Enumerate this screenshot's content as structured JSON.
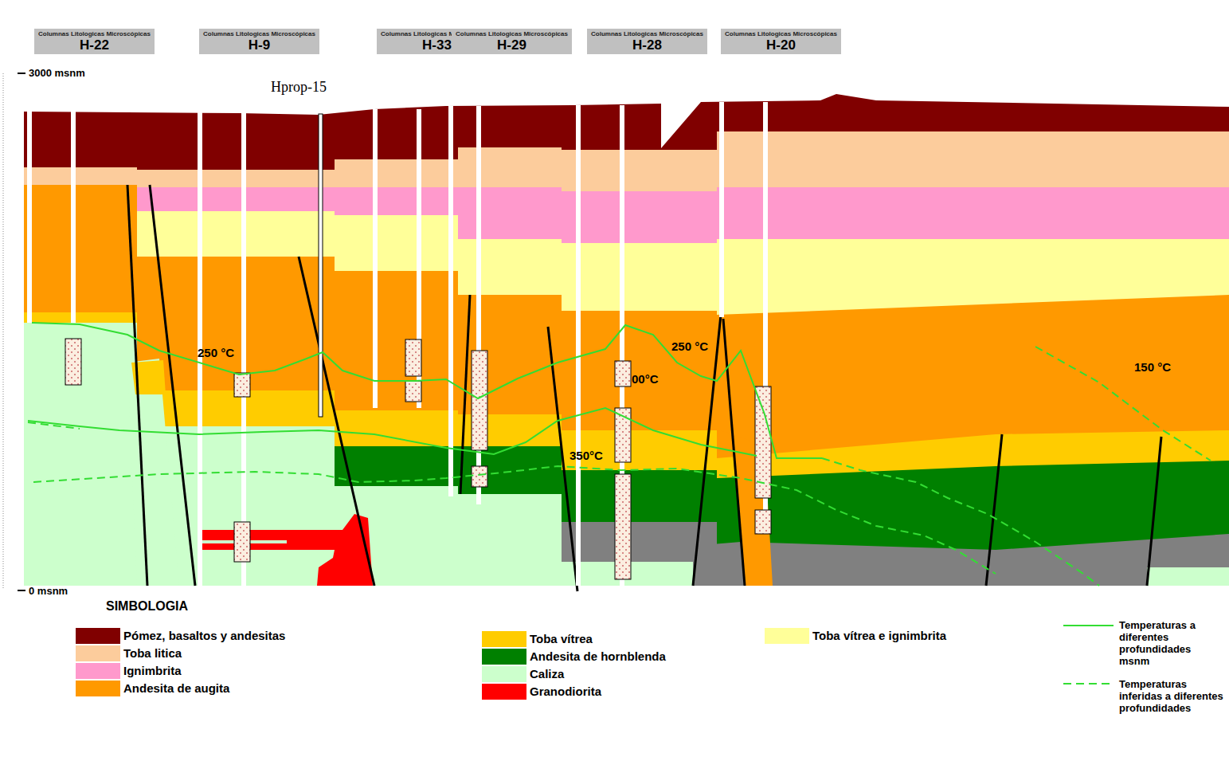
{
  "diagram": {
    "nodes": [
      {
        "text": [
          "Columnas Litologicas Microscópicas",
          "H-22"
        ]
      },
      {
        "text": [
          "Columnas Litologicas Microscópicas",
          "H-9"
        ]
      },
      {
        "text": [
          "Columnas Litologicas Microscópicas",
          "H-33"
        ]
      },
      {
        "text": [
          "Columnas Litologicas Microscópicas",
          "H-29"
        ]
      },
      {
        "text": [
          "Columnas Litologicas Microscópicas",
          "H-28"
        ]
      },
      {
        "text": [
          "Columnas Litologicas Microscópicas",
          "H-20"
        ]
      }
    ],
    "labels": [
      "3000 msnm",
      "Hprop-15",
      "250 °C",
      "250 °C",
      "00°C",
      "350°C",
      "150 °C",
      "0 msnm",
      "SIMBOLOGIA"
    ],
    "legend": [
      {
        "text": "Pómez, basaltos y andesitas",
        "color": "#800000"
      },
      {
        "text": "Toba litica",
        "color": "#fccc9c"
      },
      {
        "text": "Ignimbrita",
        "color": "#ff99cc"
      },
      {
        "text": "Andesita de augita",
        "color": "#ff9900"
      },
      {
        "text": "Toba vítrea",
        "color": "#ffcc00"
      },
      {
        "text": "Andesita de hornblenda",
        "color": "#008000"
      },
      {
        "text": "Caliza",
        "color": "#ccffcc"
      },
      {
        "text": "Granodiorita",
        "color": "#ff0000"
      },
      {
        "text": "Toba vítrea e ignimbrita",
        "color": "#ffff99"
      },
      {
        "text": "Temperaturas a diferentes profundidades msnm"
      },
      {
        "text": "Temperaturas inferidas a diferentes profundidades"
      }
    ]
  }
}
